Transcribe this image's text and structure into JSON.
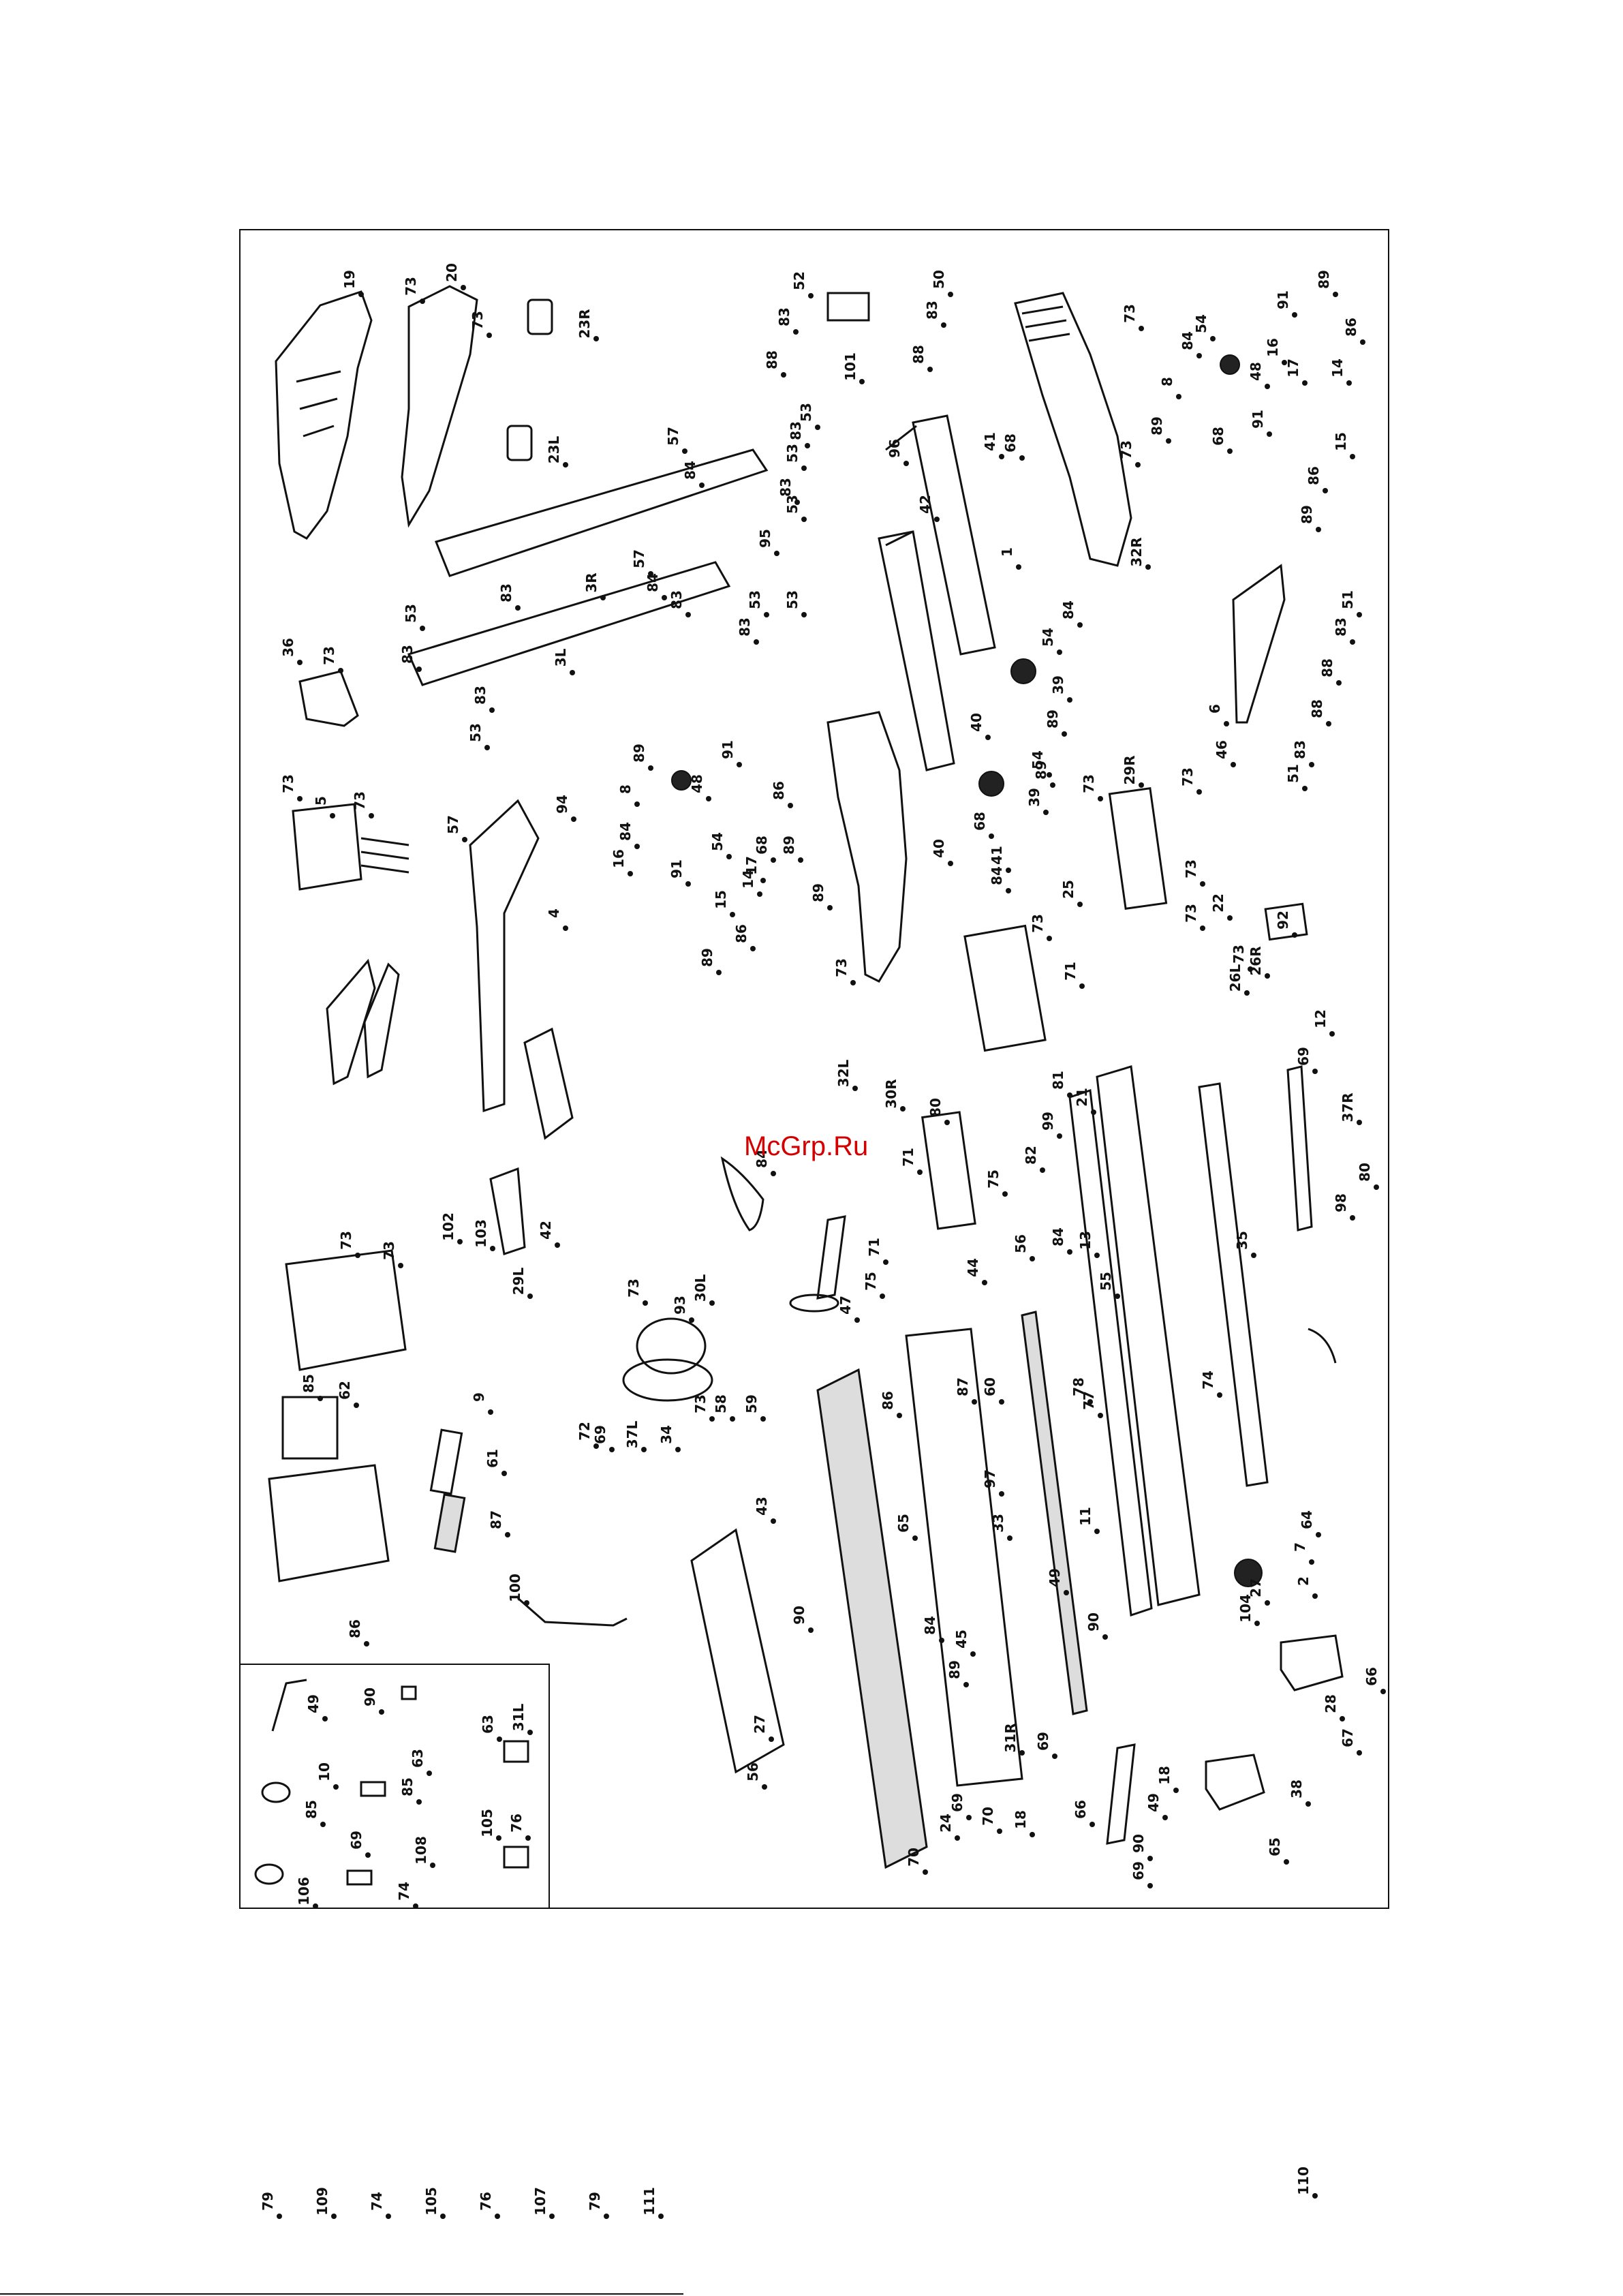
{
  "watermark": "McGrp.Ru",
  "callouts": [
    "19",
    "73",
    "20",
    "73",
    "23R",
    "23L",
    "52",
    "50",
    "83",
    "83",
    "88",
    "101",
    "88",
    "73",
    "73",
    "54",
    "91",
    "89",
    "86",
    "84",
    "16",
    "48",
    "8",
    "91",
    "89",
    "68",
    "17",
    "14",
    "15",
    "86",
    "89",
    "57",
    "84",
    "53",
    "83",
    "53",
    "83",
    "53",
    "95",
    "3R",
    "57",
    "84",
    "83",
    "53",
    "53",
    "83",
    "83",
    "53",
    "3L",
    "83",
    "83",
    "53",
    "96",
    "41",
    "68",
    "42",
    "1",
    "32R",
    "51",
    "83",
    "88",
    "6",
    "88",
    "46",
    "83",
    "51",
    "36",
    "73",
    "73",
    "5",
    "73",
    "57",
    "94",
    "4",
    "89",
    "91",
    "8",
    "48",
    "84",
    "16",
    "54",
    "91",
    "68",
    "17",
    "86",
    "89",
    "15",
    "14",
    "86",
    "89",
    "89",
    "39",
    "40",
    "54",
    "84",
    "89",
    "39",
    "40",
    "41",
    "68",
    "84",
    "54",
    "89",
    "73",
    "32L",
    "73",
    "29R",
    "73",
    "73",
    "73",
    "25",
    "73",
    "71",
    "92",
    "26R",
    "21",
    "22",
    "73",
    "26L",
    "12",
    "69",
    "37R",
    "80",
    "98",
    "81",
    "99",
    "82",
    "80",
    "30R",
    "71",
    "75",
    "44",
    "56",
    "84",
    "13",
    "55",
    "84",
    "102",
    "103",
    "42",
    "29L",
    "73",
    "73",
    "73",
    "30L",
    "71",
    "75",
    "47",
    "93",
    "72",
    "69",
    "37L",
    "34",
    "73",
    "58",
    "59",
    "85",
    "62",
    "9",
    "61",
    "87",
    "86",
    "100",
    "86",
    "87",
    "60",
    "78",
    "77",
    "74",
    "35",
    "11",
    "33",
    "97",
    "65",
    "49",
    "90",
    "64",
    "7",
    "2",
    "27",
    "104",
    "66",
    "28",
    "67",
    "43",
    "90",
    "27",
    "56",
    "84",
    "45",
    "89",
    "31R",
    "69",
    "69",
    "70",
    "24",
    "70",
    "18",
    "66",
    "18",
    "49",
    "90",
    "69",
    "38",
    "65",
    "49",
    "90",
    "10",
    "85",
    "63",
    "85",
    "63",
    "31L",
    "69",
    "106",
    "108",
    "74",
    "105",
    "76",
    "110",
    "79",
    "109",
    "74",
    "105",
    "76",
    "107",
    "79",
    "111"
  ]
}
